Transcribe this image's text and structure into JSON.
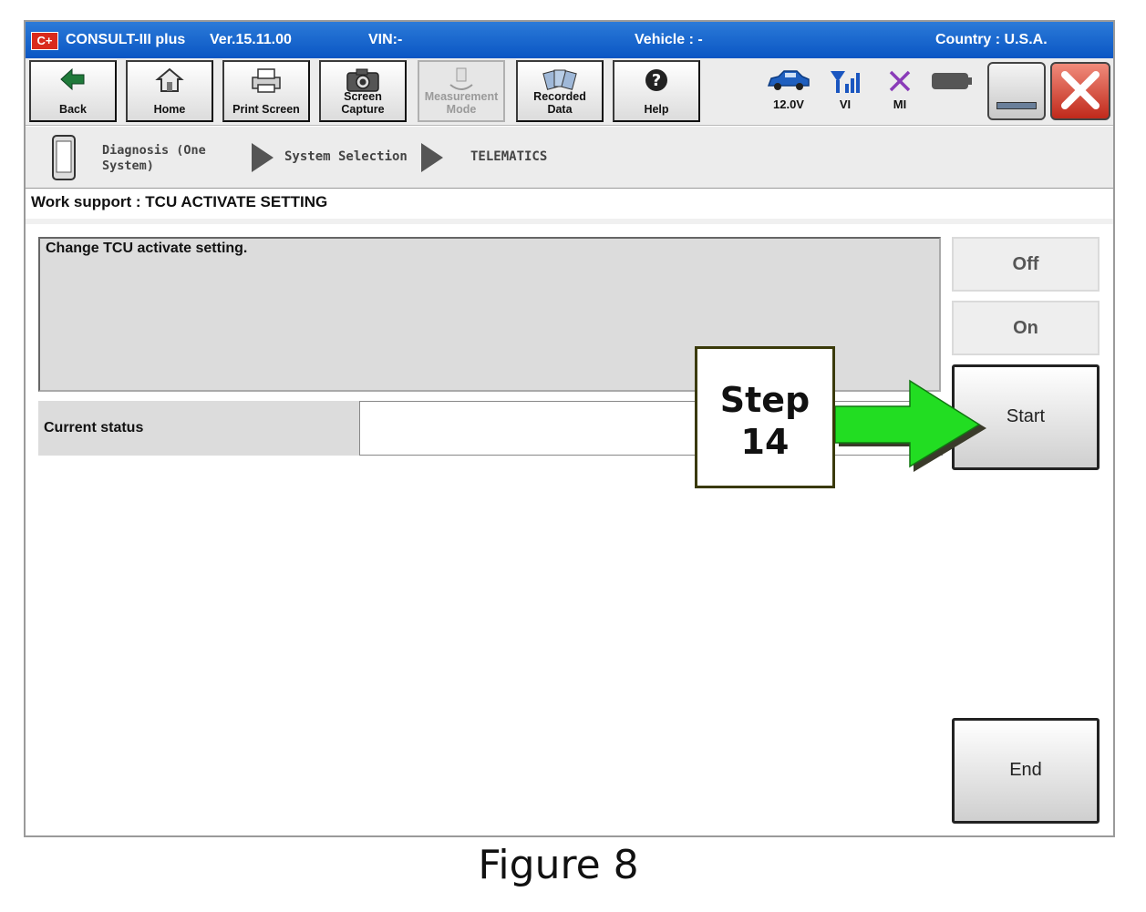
{
  "title_bar": {
    "app_name": "CONSULT-III plus",
    "version": "Ver.15.11.00",
    "vin": "VIN:-",
    "vehicle": "Vehicle : -",
    "country": "Country : U.S.A.",
    "logo": "C+"
  },
  "toolbar": {
    "buttons": [
      {
        "label": "Back",
        "icon": "back-arrow-icon",
        "enabled": true
      },
      {
        "label": "Home",
        "icon": "home-icon",
        "enabled": true
      },
      {
        "label": "Print Screen",
        "icon": "printer-icon",
        "enabled": true
      },
      {
        "label": "Screen\nCapture",
        "icon": "camera-icon",
        "enabled": true
      },
      {
        "label": "Measurement\nMode",
        "icon": "measurement-icon",
        "enabled": false
      },
      {
        "label": "Recorded\nData",
        "icon": "recorded-data-icon",
        "enabled": true
      },
      {
        "label": "Help",
        "icon": "help-icon",
        "enabled": true
      }
    ],
    "status": {
      "battery_voltage": "12.0V",
      "vi_label": "VI",
      "mi_label": "MI"
    },
    "colors": {
      "car": "#1f5fbf",
      "signal": "#1a56c0",
      "mi_cross": "#8a3bb8"
    }
  },
  "breadcrumb": {
    "items": [
      "Diagnosis (One\nSystem)",
      "System Selection",
      "TELEMATICS"
    ]
  },
  "page": {
    "title": "Work support : TCU ACTIVATE SETTING",
    "description": "Change TCU activate setting.",
    "status_label": "Current status",
    "status_value": ""
  },
  "buttons": {
    "off": "Off",
    "on": "On",
    "start": "Start",
    "end": "End"
  },
  "annotation": {
    "step_line1": "Step",
    "step_line2": "14",
    "arrow_color": "#22dd22"
  },
  "caption": "Figure 8"
}
